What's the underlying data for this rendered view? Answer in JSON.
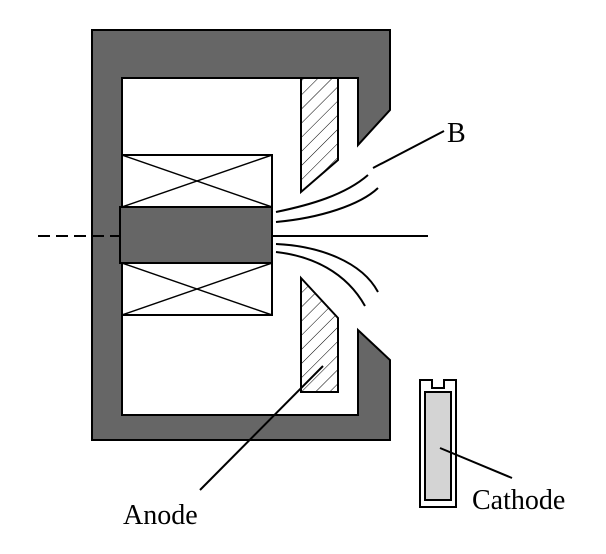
{
  "labels": {
    "b_field": "B",
    "anode": "Anode",
    "cathode": "Cathode"
  },
  "colors": {
    "pole_body": "#666666",
    "outline": "#000000",
    "cathode_fill": "#d4d4d4",
    "background": "#ffffff"
  }
}
